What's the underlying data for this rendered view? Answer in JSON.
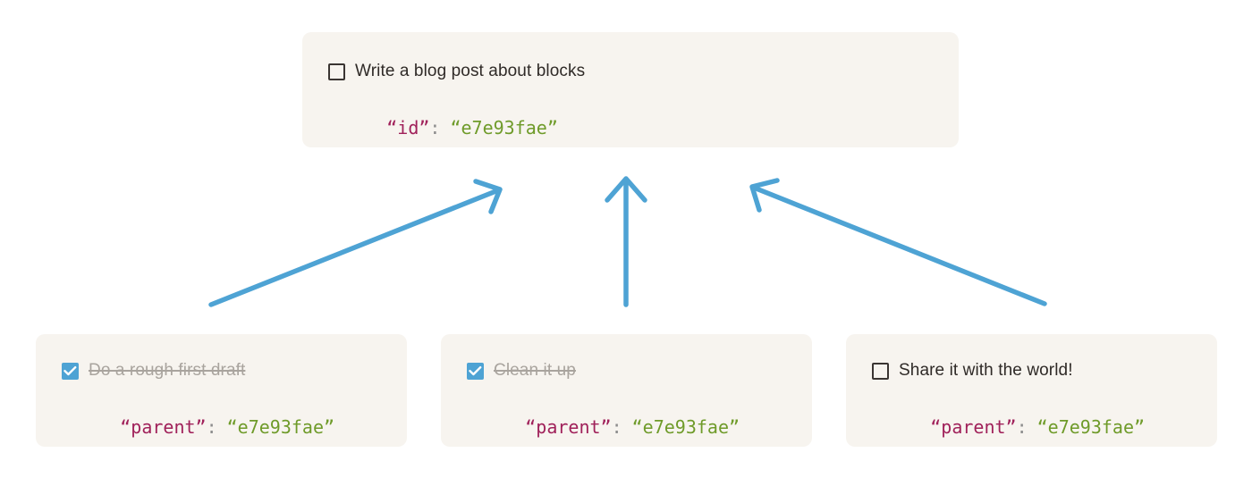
{
  "diagram": {
    "title": "block parent-child relationship diagram",
    "colors": {
      "card_background": "#f7f4ef",
      "page_background": "#ffffff",
      "arrow": "#4ea3d4",
      "checkbox_checked": "#4ea3d4",
      "checkbox_outline": "#3a3532",
      "text": "#2f2a27",
      "text_done": "#a9a49e",
      "code_key": "#a0215a",
      "code_punct": "#8d8d8d",
      "code_value": "#6f9b2a"
    }
  },
  "parent_card": {
    "checkbox_state": "unchecked",
    "checkbox_icon": "checkbox-empty-icon",
    "task_label": "Write a blog post about blocks",
    "code": {
      "key": "“id”",
      "punct": ":",
      "value": "“e7e93fae”"
    }
  },
  "child_cards": [
    {
      "checkbox_state": "checked",
      "checkbox_icon": "checkbox-checked-icon",
      "task_label": "Do a rough first draft",
      "code": {
        "key": "“parent”",
        "punct": ":",
        "value": "“e7e93fae”"
      }
    },
    {
      "checkbox_state": "checked",
      "checkbox_icon": "checkbox-checked-icon",
      "task_label": "Clean it up",
      "code": {
        "key": "“parent”",
        "punct": ":",
        "value": "“e7e93fae”"
      }
    },
    {
      "checkbox_state": "unchecked",
      "checkbox_icon": "checkbox-empty-icon",
      "task_label": "Share it with the world!",
      "code": {
        "key": "“parent”",
        "punct": ":",
        "value": "“e7e93fae”"
      }
    }
  ],
  "arrows": [
    {
      "name": "arrow-child1-to-parent",
      "from": "child-card-1",
      "to": "parent-card",
      "direction": "up-right"
    },
    {
      "name": "arrow-child2-to-parent",
      "from": "child-card-2",
      "to": "parent-card",
      "direction": "up"
    },
    {
      "name": "arrow-child3-to-parent",
      "from": "child-card-3",
      "to": "parent-card",
      "direction": "up-left"
    }
  ]
}
